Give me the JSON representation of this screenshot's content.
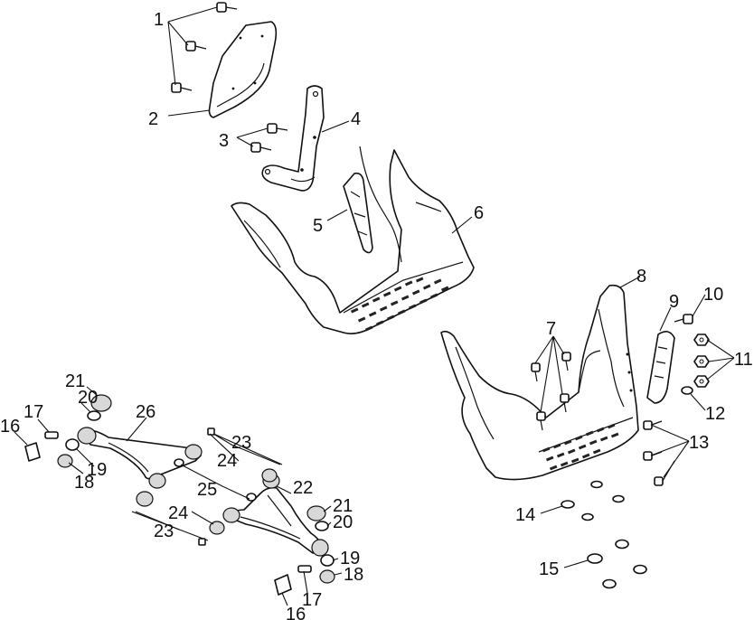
{
  "diagram": {
    "callouts": [
      {
        "id": "1",
        "text": "1"
      },
      {
        "id": "2",
        "text": "2"
      },
      {
        "id": "3",
        "text": "3"
      },
      {
        "id": "4",
        "text": "4"
      },
      {
        "id": "5",
        "text": "5"
      },
      {
        "id": "6",
        "text": "6"
      },
      {
        "id": "7",
        "text": "7"
      },
      {
        "id": "8",
        "text": "8"
      },
      {
        "id": "9",
        "text": "9"
      },
      {
        "id": "10",
        "text": "10"
      },
      {
        "id": "11",
        "text": "11"
      },
      {
        "id": "12",
        "text": "12"
      },
      {
        "id": "13",
        "text": "13"
      },
      {
        "id": "14",
        "text": "14"
      },
      {
        "id": "15",
        "text": "15"
      },
      {
        "id": "16a",
        "text": "16"
      },
      {
        "id": "16b",
        "text": "16"
      },
      {
        "id": "17a",
        "text": "17"
      },
      {
        "id": "17b",
        "text": "17"
      },
      {
        "id": "18a",
        "text": "18"
      },
      {
        "id": "18b",
        "text": "18"
      },
      {
        "id": "19a",
        "text": "19"
      },
      {
        "id": "19b",
        "text": "19"
      },
      {
        "id": "20a",
        "text": "20"
      },
      {
        "id": "20b",
        "text": "20"
      },
      {
        "id": "21a",
        "text": "21"
      },
      {
        "id": "21b",
        "text": "21"
      },
      {
        "id": "22",
        "text": "22"
      },
      {
        "id": "23a",
        "text": "23"
      },
      {
        "id": "23b",
        "text": "23"
      },
      {
        "id": "24a",
        "text": "24"
      },
      {
        "id": "24b",
        "text": "24"
      },
      {
        "id": "25",
        "text": "25"
      },
      {
        "id": "26",
        "text": "26"
      }
    ]
  }
}
